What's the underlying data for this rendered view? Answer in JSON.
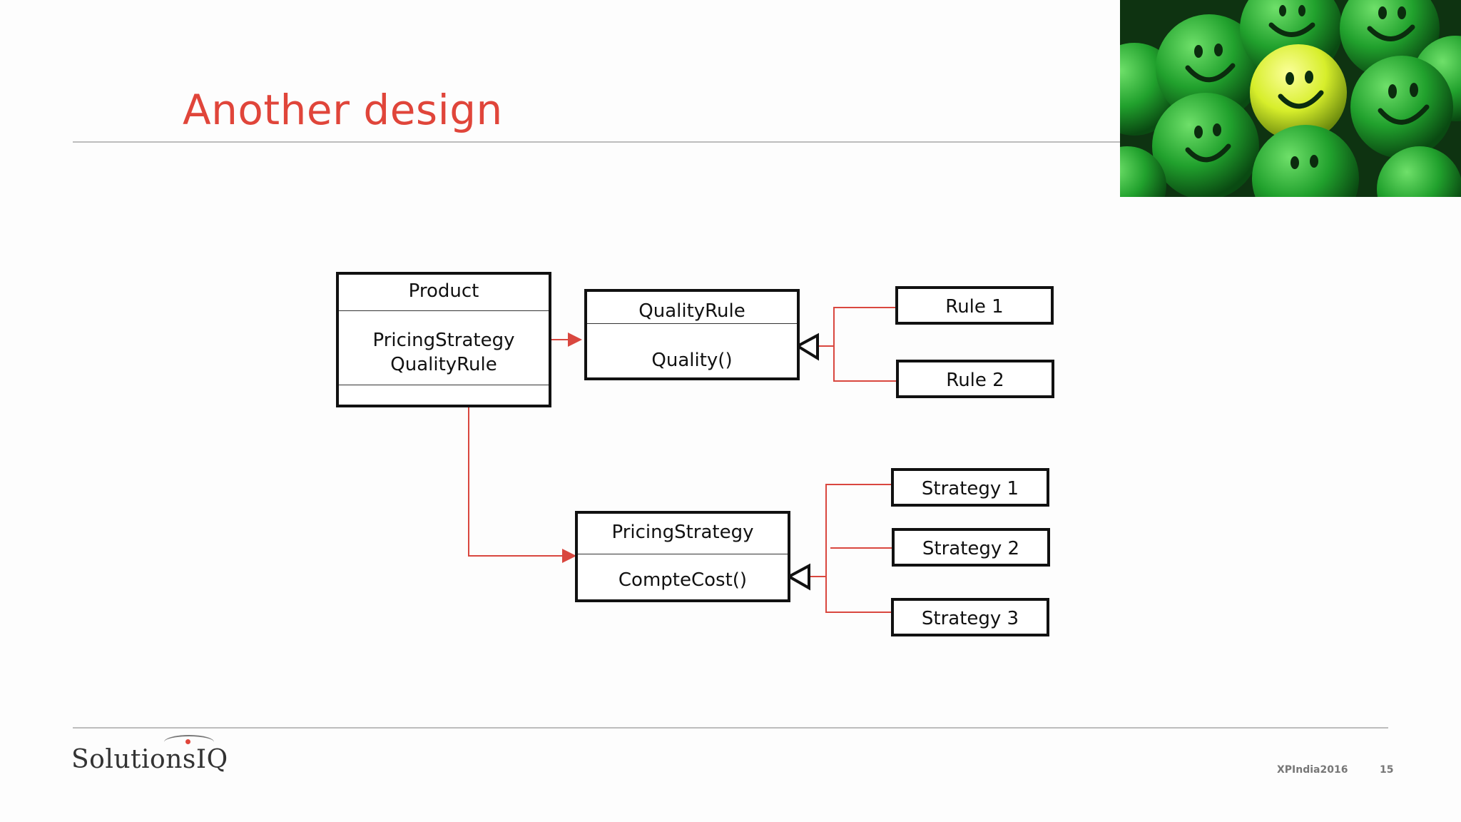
{
  "slide": {
    "title": "Another design",
    "accent_color": "#e0453a",
    "connector_color": "#d9473f"
  },
  "diagram": {
    "product": {
      "name": "Product",
      "attributes": "PricingStrategy\nQualityRule"
    },
    "quality_rule": {
      "name": "QualityRule",
      "operation": "Quality()"
    },
    "pricing_strategy": {
      "name": "PricingStrategy",
      "operation": "CompteCost()"
    },
    "rules": [
      "Rule 1",
      "Rule 2"
    ],
    "strategies": [
      "Strategy 1",
      "Strategy 2",
      "Strategy 3"
    ]
  },
  "photo": {
    "description_icon": "smiley-balls-image",
    "colors": [
      "#1f8f2a",
      "#2fb53a",
      "#d9ef3a"
    ]
  },
  "footer": {
    "logo_text": "SolutionsIQ",
    "conference": "XPIndia2016",
    "page_number": "15"
  }
}
